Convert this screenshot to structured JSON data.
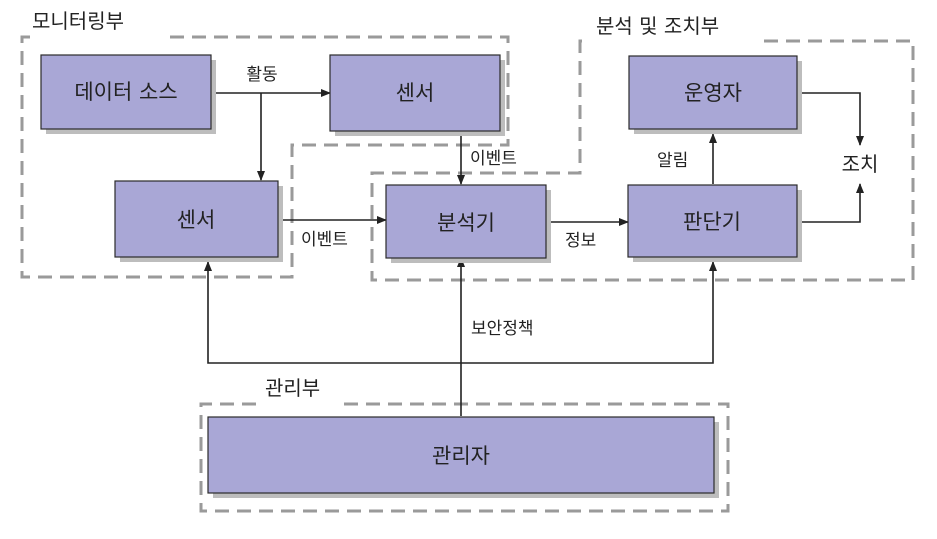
{
  "colors": {
    "box_fill": "#a9a7d6",
    "box_border": "#2b2b2b",
    "box_shadow": "#bdbdbd",
    "group_border": "#9a9a9a",
    "arrow": "#222222"
  },
  "groups": {
    "monitoring": "모니터링부",
    "analysis": "분석 및 조치부",
    "management": "관리부"
  },
  "boxes": {
    "data_source": "데이터 소스",
    "sensor_top": "센서",
    "sensor_left": "센서",
    "analyzer": "분석기",
    "decider": "판단기",
    "operator": "운영자",
    "manager": "관리자"
  },
  "edges": {
    "activity": "활동",
    "event_top": "이벤트",
    "event_left": "이벤트",
    "info": "정보",
    "alarm": "알림",
    "security_policy": "보안정책"
  },
  "action": "조치"
}
